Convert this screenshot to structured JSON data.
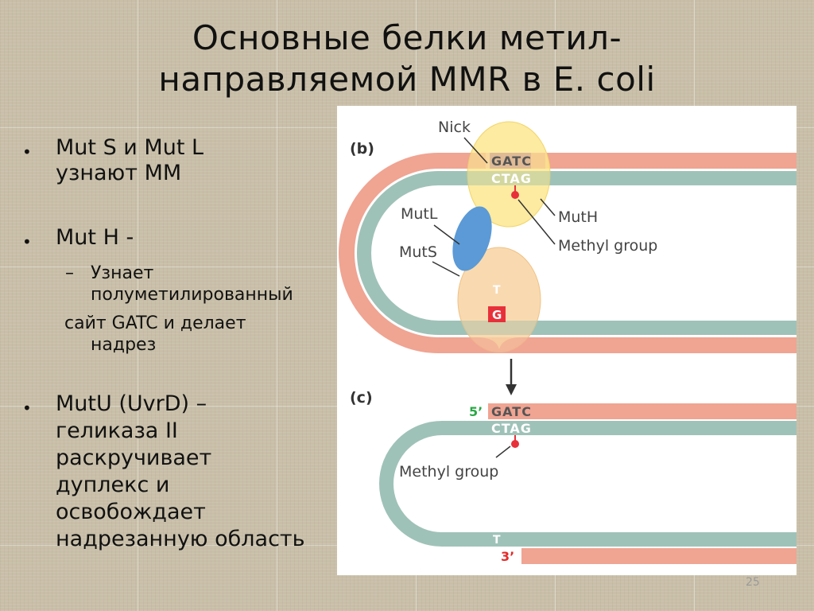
{
  "slide": {
    "title_line1": "Основные белки метил-",
    "title_line2": "направляемой MMR в E. coli",
    "page_number": "25"
  },
  "bullets": {
    "item1": {
      "line1": "Mut S и Mut L",
      "line2": "узнают ММ"
    },
    "item2": {
      "line1": "Mut H -",
      "dash": "–",
      "sub_line1": "Узнает",
      "sub_line2": "полуметилированный",
      "sub_line3": "сайт GATC и делает",
      "sub_line4": "надрез"
    },
    "item3": {
      "line1": "MutU (UvrD) –",
      "line2": "геликаза II",
      "line3": "раскручивает",
      "line4": "дуплекс и",
      "line5": "освобождает",
      "line6": "надрезанную область"
    },
    "bullet_glyph": "•"
  },
  "figure": {
    "panel_b": {
      "label": "(b)",
      "nick_label": "Nick",
      "top_seq": "GATC",
      "bottom_seq": "CTAG",
      "mutl_label": "MutL",
      "muts_label": "MutS",
      "muth_label": "MutH",
      "methyl_label": "Methyl group",
      "base_t": "T",
      "base_g": "G"
    },
    "panel_c": {
      "label": "(c)",
      "five_prime": "5’",
      "top_seq": "GATC",
      "bottom_seq": "CTAG",
      "methyl_label": "Methyl group",
      "base_t": "T",
      "three_prime": "3’"
    },
    "colors": {
      "salmon_strand": "#f0a492",
      "teal_strand": "#9fc2b8",
      "yellow_protein": "#fbe78f",
      "orange_protein": "#f8d4a2",
      "blue_protein": "#5b9ad6",
      "methyl_red": "#e8303a",
      "prime_green": "#2aa845",
      "prime_red": "#e42a2a"
    }
  }
}
